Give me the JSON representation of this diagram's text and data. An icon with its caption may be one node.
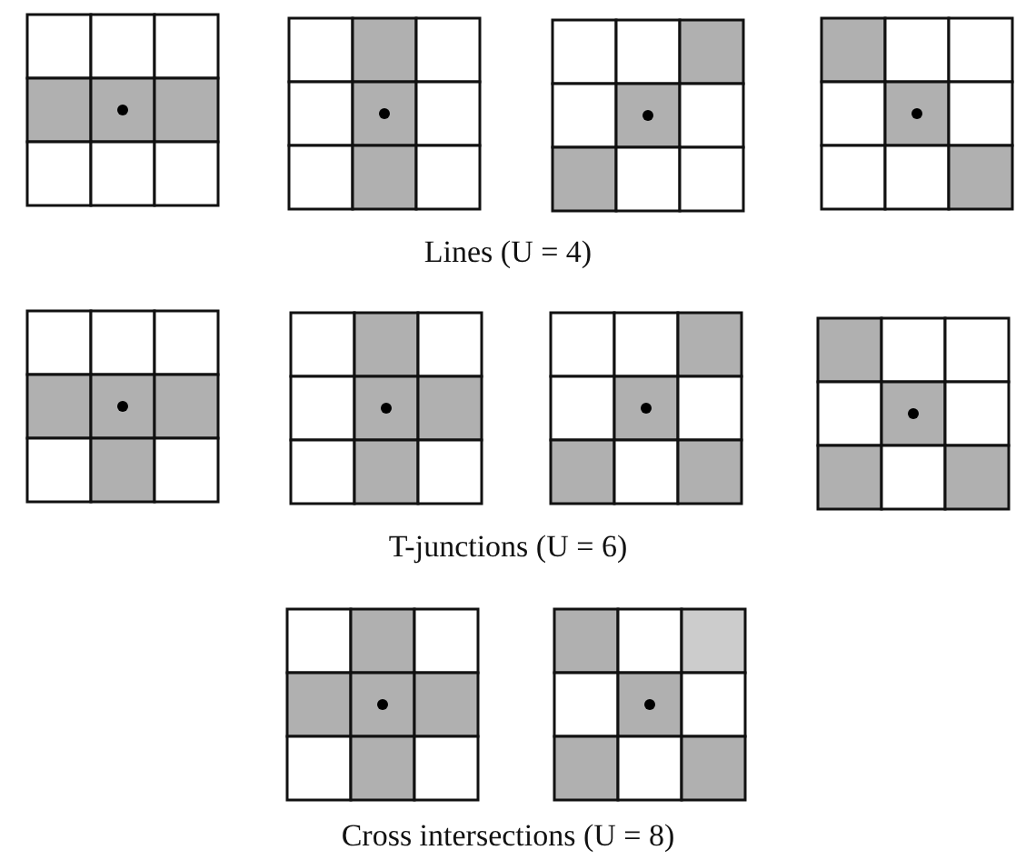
{
  "diagram": {
    "labels": [
      "Lines (U = 4)",
      "T-junctions (U = 6)",
      "Cross intersections (U = 8)"
    ]
  }
}
